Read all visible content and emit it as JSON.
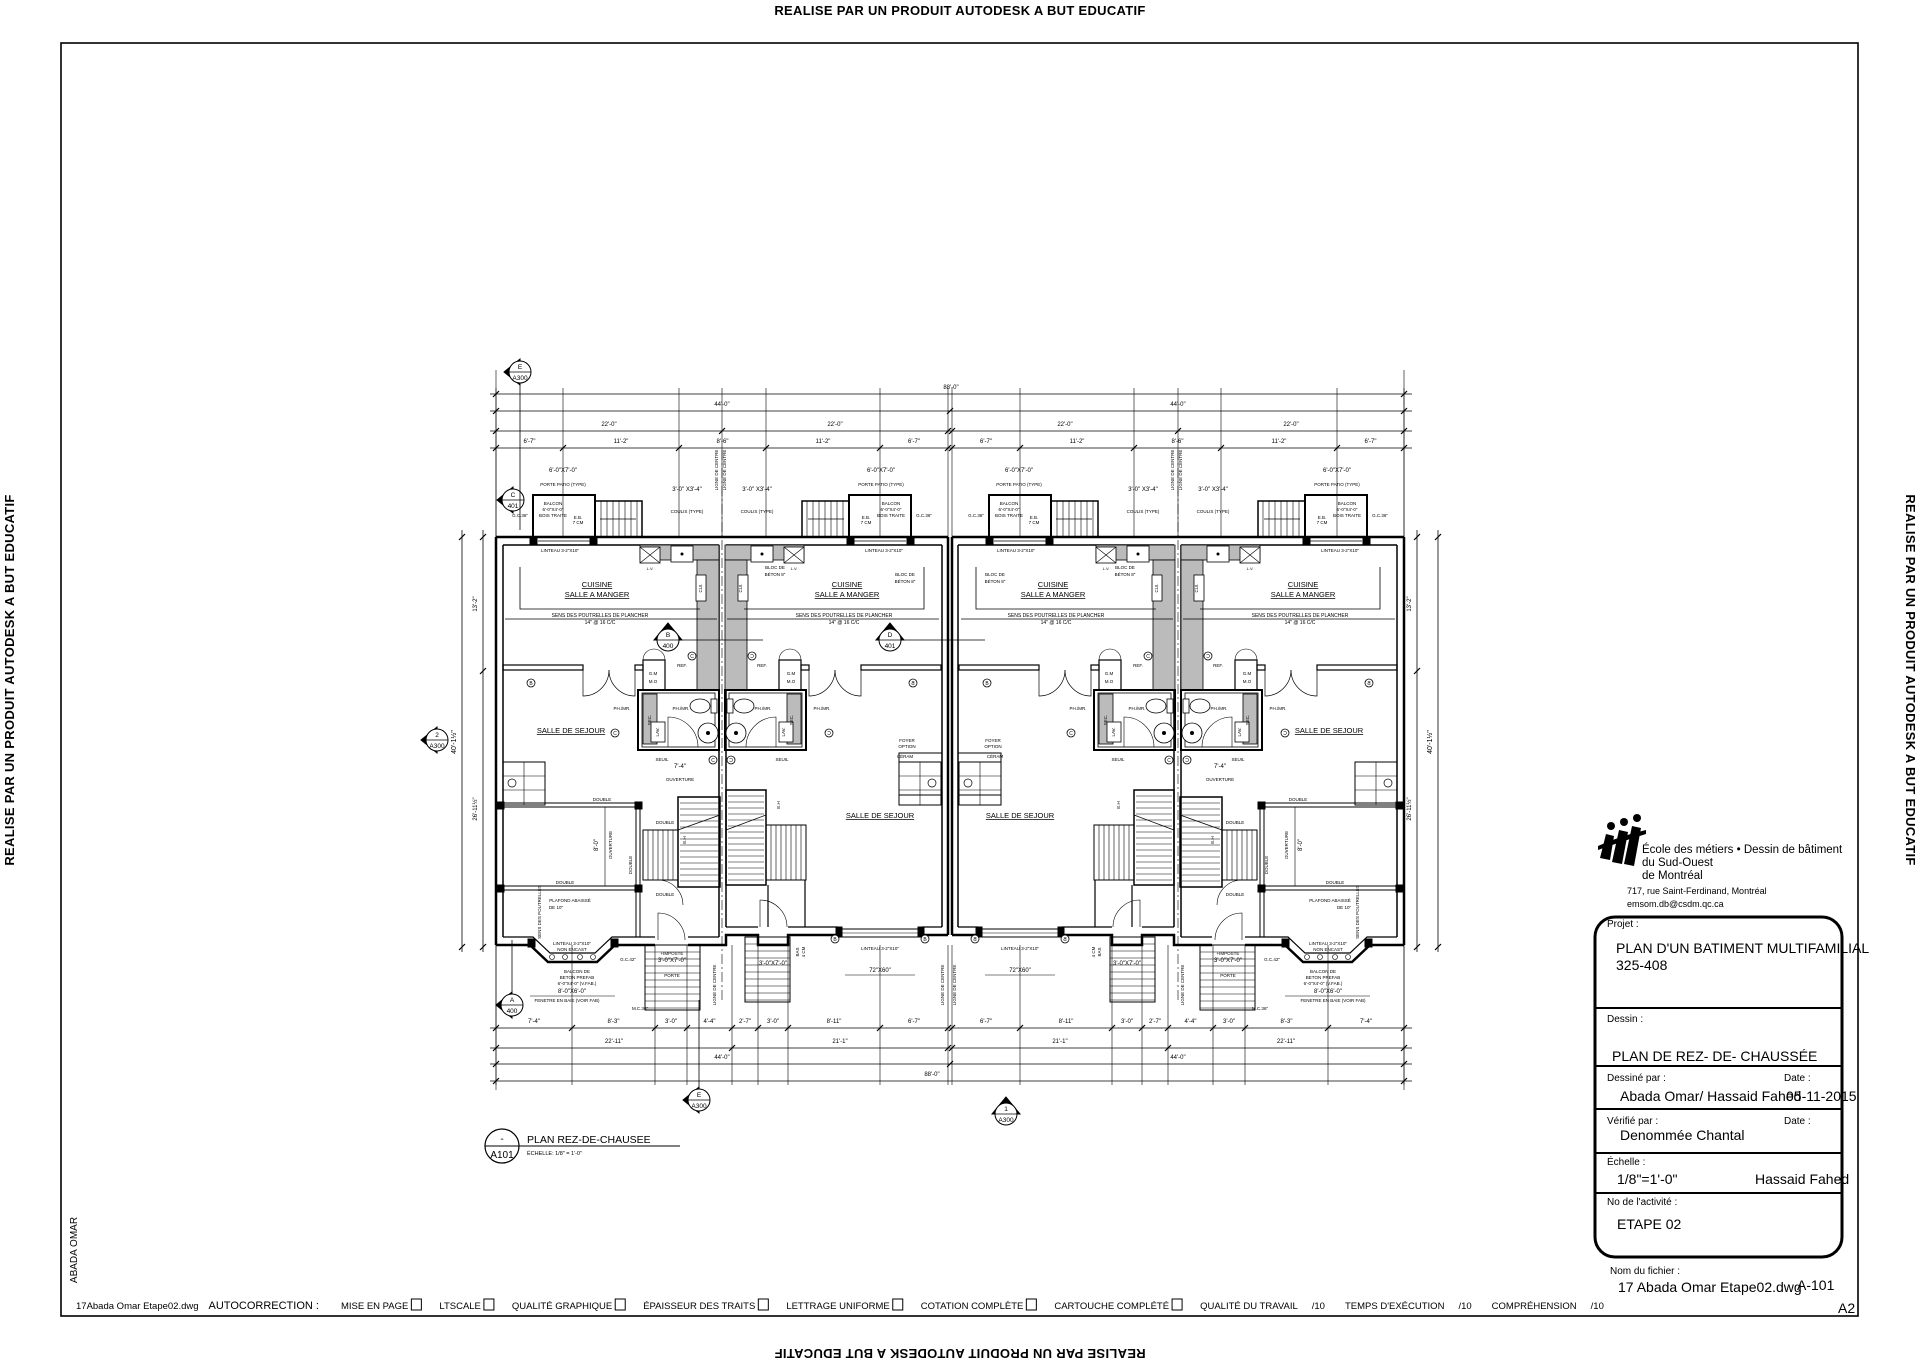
{
  "header": {
    "watermark": "REALISE PAR UN PRODUIT AUTODESK A BUT EDUCATIF"
  },
  "sheet": {
    "margin_author": "ABADA OMAR",
    "sheet_size": "A2"
  },
  "plan": {
    "title": "PLAN REZ-DE-CHAUSEE",
    "scale": "ÉCHELLE:  1/8\" = 1'-0\"",
    "title_marker": {
      "top": "-",
      "bottom": "A101"
    },
    "section_markers": [
      {
        "top": "E",
        "bottom": "A300"
      },
      {
        "top": "C",
        "bottom": "401"
      },
      {
        "top": "B",
        "bottom": "400"
      },
      {
        "top": "D",
        "bottom": "401"
      },
      {
        "top": "A",
        "bottom": "400"
      },
      {
        "top": "E",
        "bottom": "A300"
      },
      {
        "top": "1",
        "bottom": "A300"
      },
      {
        "top": "2",
        "bottom": "A300"
      }
    ],
    "dimensions": {
      "top": {
        "overall": "88'-0\"",
        "half": "44'-0\"",
        "unit": "22'-0\"",
        "segments": [
          "6'-7\"",
          "11'-2\"",
          "8'-6\"",
          "11'-2\"",
          "6'-7\""
        ]
      },
      "bottom": {
        "overall": "88'-0\"",
        "half": "44'-0\"",
        "units": [
          "22'-11\"",
          "21'-1\""
        ],
        "segments": [
          "7'-4\"",
          "8'-3\"",
          "3'-0\"",
          "4'-4\"",
          "2'-7\"",
          "3'-0\"",
          "8'-11\"",
          "6'-7\""
        ]
      },
      "side": {
        "total": "40'-1½\"",
        "segments": [
          "13'-2\"",
          "26'-11½\""
        ]
      }
    },
    "labels": {
      "cuisine": "CUISINE",
      "salle_manger": "SALLE A MANGER",
      "joists": "SENS DES POUTRELLES DE PLANCHER",
      "joist_spacing": "14\" @ 16 C/C",
      "sejour": "SALLE DE SEJOUR",
      "linteau": "LINTEAU 3-2\"X10\"",
      "balcon": "BALCON",
      "balcon_size": "6'-0\"X4'-0\"",
      "bois": "BOIS TRAITE",
      "eb": "E.B.",
      "eb_size": "7 CM",
      "porte_patio": "PORTE PATIO (TYPE)",
      "patio_size": "6'-0\"X7'-0\"",
      "coulis_size": "3'-0\" X3'-4\"",
      "coulis": "COULIS (TYPE)",
      "gc36": "G.C.36\"",
      "ref": "REF.",
      "gm": "G.M",
      "mo": "M.O",
      "ph": "PH./MR.",
      "sec": "SEC.",
      "lav": "LAV.",
      "lv": "L.V.",
      "cui": "CUI.",
      "seuil": "SEUIL",
      "ouv_dim": "7'-4\"",
      "ouverture": "OUVERTURE",
      "double": "DOUBLE",
      "ouv_h": "8'-0\"",
      "plafond": "PLAFOND ABAISSÉ",
      "plafond2": "DE 10\"",
      "sens_poutrelles": "SENS DES POUTRELLES",
      "non_encast": "NON ENCAST",
      "gc42": "G.C.42\"",
      "imposte": "+IMPOSTE",
      "door_size": "3'-0\"X7'-0\"",
      "porte": "PORTE",
      "balcon_beton": "BALCON DE",
      "beton_prefab": "BETON PREFAB",
      "prefab_size": "6'-0\"X4'-0\" (V.FAB.)",
      "bay_size": "8'-0\"X6'-0\"",
      "fenetre": "FENETRE EN BAIE (VOIR FAB)",
      "mc36": "M.C.36\"",
      "ligne": "LIGNE DE CENTRE",
      "bloc": "BLOC DE",
      "beton8": "BÉTON 8\"",
      "foyer": "FOYER",
      "option": "OPTION",
      "ceram": "CÉRAM",
      "window": "72\"X60\"",
      "bas": "BAS",
      "bas_cm": "4 CM",
      "eh": "E.H",
      "b": "B",
      "c": "C"
    }
  },
  "school": {
    "name_line1": "École des métiers • Dessin de bâtiment",
    "name_line2": "du Sud-Ouest",
    "name_line3": "de Montréal",
    "address": "717, rue Saint-Ferdinand, Montréal",
    "email": "emsom.db@csdm.qc.ca"
  },
  "title_block": {
    "project_label": "Projet :",
    "project_name": "PLAN D'UN BATIMENT MULTIFAMILIAL",
    "project_number": "325-408",
    "drawing_label": "Dessin :",
    "drawing_name": "PLAN DE REZ- DE- CHAUSSÉE",
    "drawn_by_label": "Dessiné par :",
    "drawn_by": "Abada Omar/ Hassaid Fahed",
    "date_label": "Date :",
    "date": "05-11-2015",
    "checked_by_label": "Vérifié par :",
    "checked_by": "Denommée  Chantal",
    "scale_label": "Échelle :",
    "scale": "1/8\"=1'-0\"",
    "scale_author": "Hassaid Fahed",
    "activity_label": "No de l'activité :",
    "activity": "ETAPE 02",
    "file_label": "Nom du fichier :",
    "file_name": "17 Abada Omar Etape02.dwg",
    "sheet_number": "A-101"
  },
  "autocorrection": {
    "file_ref": "17Abada Omar Etape02.dwg",
    "label": "AUTOCORRECTION :",
    "checks": [
      "MISE EN PAGE",
      "LTSCALE",
      "QUALITÉ GRAPHIQUE",
      "ÉPAISSEUR DES TRAITS",
      "LETTRAGE UNIFORME",
      "COTATION COMPLÈTE",
      "CARTOUCHE COMPLÉTÉ"
    ],
    "scores": [
      {
        "label": "QUALITÉ DU TRAVAIL",
        "max": "/10"
      },
      {
        "label": "TEMPS D'EXÉCUTION",
        "max": "/10"
      },
      {
        "label": "COMPRÉHENSION",
        "max": "/10"
      }
    ]
  }
}
